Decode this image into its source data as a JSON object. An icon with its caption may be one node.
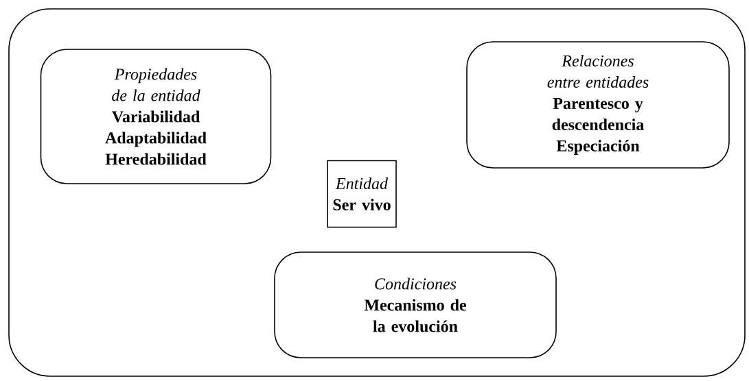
{
  "diagram": {
    "nodes": [
      {
        "text": [],
        "shape": "box"
      },
      {
        "text": [
          "Propiedades de la entidad",
          "Variabilidad",
          "Adaptabilidad",
          "Heredabilidad"
        ],
        "in": 0
      },
      {
        "text": [
          "Relaciones entre entidades",
          "Parentesco y descendencia",
          "Especiación"
        ],
        "in": 0
      },
      {
        "text": [
          "Entidad",
          "Ser vivo"
        ],
        "in": 0
      },
      {
        "text": [
          "Condiciones",
          "Mecanismo de la evolución"
        ],
        "in": 0
      }
    ]
  }
}
